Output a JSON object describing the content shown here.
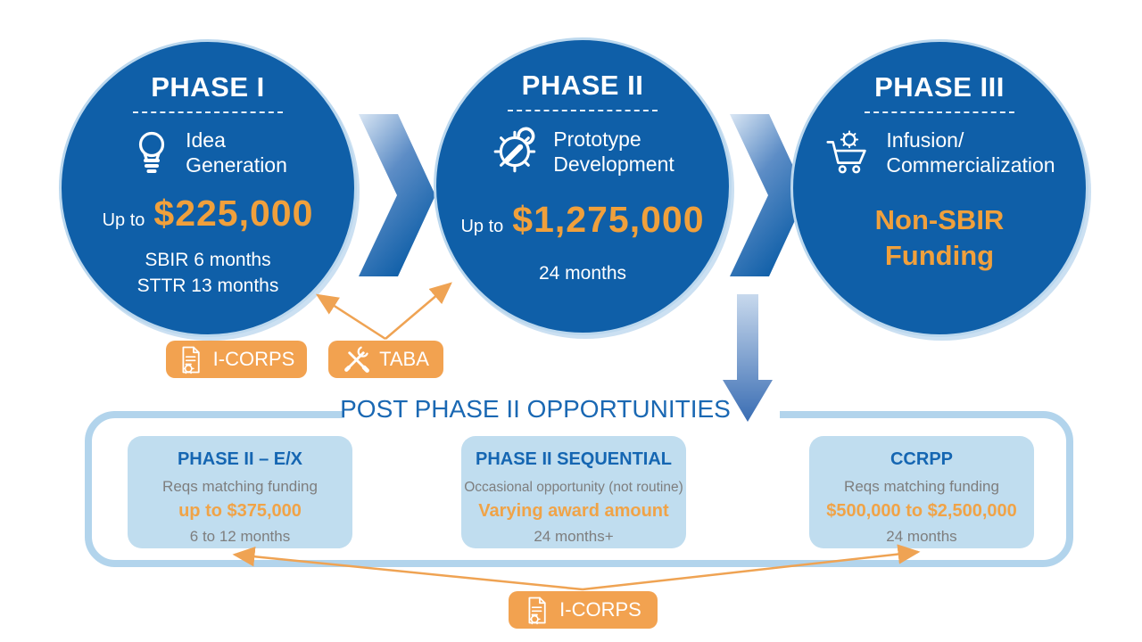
{
  "phases": [
    {
      "title": "PHASE I",
      "icon": "lightbulb-icon",
      "label_line1": "Idea",
      "label_line2": "Generation",
      "funding_prefix": "Up to",
      "funding_amount": "$225,000",
      "duration_line1": "SBIR 6 months",
      "duration_line2": "STTR 13 months"
    },
    {
      "title": "PHASE II",
      "icon": "gear-wrench-icon",
      "label_line1": "Prototype",
      "label_line2": "Development",
      "funding_prefix": "Up to",
      "funding_amount": "$1,275,000",
      "duration_line1": "24 months"
    },
    {
      "title": "PHASE III",
      "icon": "cart-gear-icon",
      "label_line1": "Infusion/",
      "label_line2": "Commercialization",
      "funding_line1": "Non-SBIR",
      "funding_line2": "Funding"
    }
  ],
  "badges": {
    "icorps_top": {
      "label": "I-CORPS",
      "icon": "document-gear-icon"
    },
    "taba": {
      "label": "TABA",
      "icon": "crossed-tools-icon"
    },
    "icorps_bottom": {
      "label": "I-CORPS",
      "icon": "document-gear-icon"
    }
  },
  "post_phase_2": {
    "title": "POST PHASE II OPPORTUNITIES",
    "boxes": [
      {
        "title": "PHASE II – E/X",
        "line1": "Reqs matching funding",
        "highlight": "up to $375,000",
        "line2": "6 to 12 months"
      },
      {
        "title": "PHASE II SEQUENTIAL",
        "line1": "Occasional opportunity (not routine)",
        "highlight": "Varying award amount",
        "line2": "24 months+"
      },
      {
        "title": "CCRPP",
        "line1": "Reqs matching funding",
        "highlight": "$500,000 to $2,500,000",
        "line2": "24 months"
      }
    ]
  },
  "icons": {
    "phase1": "lightbulb-icon",
    "phase2": "gear-wrench-icon",
    "phase3": "cart-gear-icon",
    "icorps": "document-gear-icon",
    "taba": "crossed-tools-icon",
    "flow": "chevron-right-arrow",
    "post_flow": "down-arrow"
  },
  "colors": {
    "circle_blue": "#0F5FA8",
    "circle_rim": "#BCD8EE",
    "accent_orange": "#F0A03C",
    "badge_orange": "#F2A250",
    "arrow_orange": "#EFA353",
    "box_bg": "#C0DDEF",
    "container_border": "#B2D4EC",
    "heading_blue": "#1566B2",
    "post_title_blue": "#1A68B3",
    "muted_gray": "#7E7E7E"
  }
}
